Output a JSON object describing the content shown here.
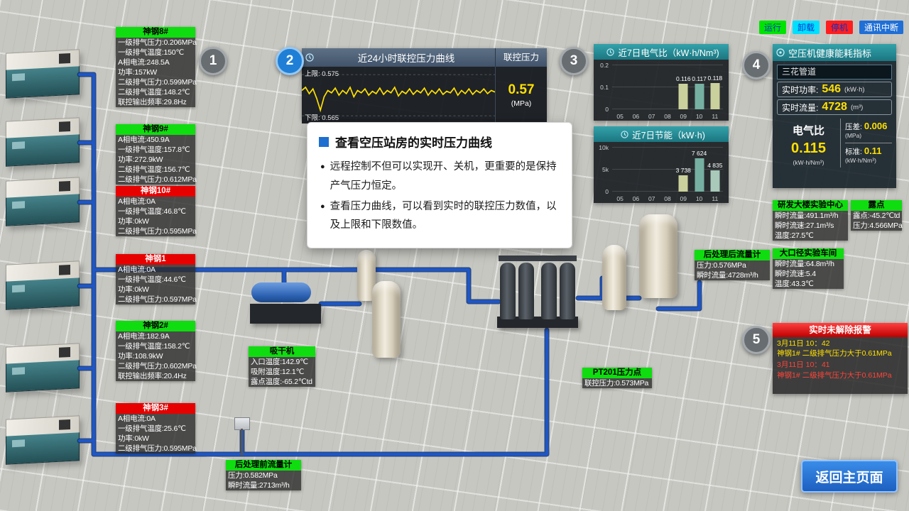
{
  "colors": {
    "run_green": "#0fdd0f",
    "stop_red": "#e60000",
    "value_yellow": "#ffe000",
    "pipe_blue": "#1e56c8",
    "accent_blue": "#1f7fd6"
  },
  "status_legend": [
    {
      "label": "运行",
      "bg": "#00e400",
      "fg": "#0033cc"
    },
    {
      "label": "卸载",
      "bg": "#00e0ff",
      "fg": "#0033cc"
    },
    {
      "label": "停机",
      "bg": "#ff1e1e",
      "fg": "#0033cc"
    },
    {
      "label": "通讯中断",
      "bg": "#1f6fd6",
      "fg": "#ffffff"
    }
  ],
  "badges": [
    "1",
    "2",
    "3",
    "4",
    "5"
  ],
  "machines": [
    {
      "name": "神钢8#",
      "status": "run",
      "rows": [
        "一级排气压力:0.206MPa",
        "一级排气温度:150℃",
        "A相电流:248.5A",
        "功率:157kW",
        "二级排气压力:0.599MPa",
        "二级排气温度:148.2℃",
        "联控输出频率:29.8Hz"
      ]
    },
    {
      "name": "神钢9#",
      "status": "run",
      "rows": [
        "A相电流:450.9A",
        "一级排气温度:157.8℃",
        "功率:272.9kW",
        "二级排气温度:156.7℃",
        "二级排气压力:0.612MPa"
      ]
    },
    {
      "name": "神钢10#",
      "status": "stop",
      "rows": [
        "A相电流:0A",
        "一级排气温度:46.8℃",
        "功率:0kW",
        "二级排气压力:0.595MPa"
      ]
    },
    {
      "name": "神钢1",
      "status": "stop",
      "rows": [
        "A相电流:0A",
        "一级排气温度:44.6℃",
        "功率:0kW",
        "二级排气压力:0.597MPa"
      ]
    },
    {
      "name": "神钢2#",
      "status": "run",
      "rows": [
        "A相电流:182.9A",
        "一级排气温度:158.2℃",
        "功率:108.9kW",
        "二级排气压力:0.602MPa",
        "联控输出频率:20.4Hz"
      ]
    },
    {
      "name": "神钢3#",
      "status": "stop",
      "rows": [
        "A相电流:0A",
        "一级排气温度:25.6℃",
        "功率:0kW",
        "二级排气压力:0.595MPa"
      ]
    }
  ],
  "pressure_panel": {
    "title": "近24小时联控压力曲线",
    "right_header": "联控压力",
    "upper_label": "上限:",
    "upper_value": "0.575",
    "lower_label": "下限:",
    "lower_value": "0.565",
    "current_value": "0.57",
    "current_unit": "(MPa)"
  },
  "callout": {
    "title": "查看空压站房的实时压力曲线",
    "bullets": [
      "远程控制不但可以实现开、关机，更重要的是保持产气压力恒定。",
      "查看压力曲线，可以看到实时的联控压力数值，以及上限和下限数值。"
    ]
  },
  "kpi_panel": {
    "title": "空压机健康能耗指标",
    "pipe_selector": "三花管道",
    "rows": [
      {
        "label": "实时功率:",
        "value": "546",
        "unit": "(kW·h)"
      },
      {
        "label": "实时流量:",
        "value": "4728",
        "unit": "(m³)"
      }
    ],
    "ratio_label": "电气比",
    "ratio_value": "0.115",
    "ratio_unit": "(kW·h/Nm³)",
    "diff_label": "压差:",
    "diff_value": "0.006",
    "diff_unit": "(MPa)",
    "std_label": "标准:",
    "std_value": "0.11",
    "std_unit": "(kW·h/Nm³)"
  },
  "field_panels": {
    "rd_center": {
      "title": "研发大楼实验中心",
      "rows": [
        "瞬时流量:491.1m³/h",
        "瞬时流速:27.1m³/s",
        "温度:27.5℃"
      ]
    },
    "dew_point": {
      "title": "露点",
      "rows": [
        "露点:-45.2℃td",
        "压力:4.566MPa"
      ]
    },
    "large_bore": {
      "title": "大口径实验车间",
      "rows": [
        "瞬时流量:64.8m³/h",
        "瞬时流速:5.4",
        "温度:43.3℃"
      ]
    },
    "post_flowmeter": {
      "title": "后处理后流量计",
      "rows": [
        "压力:0.576MPa",
        "瞬时流量:4728m³/h"
      ]
    },
    "dryer": {
      "title": "吸干机",
      "rows": [
        "入口温度:142.9℃",
        "吸附温度:12.1℃",
        "露点温度:-65.2℃td"
      ]
    },
    "pt201": {
      "title": "PT201压力点",
      "rows": [
        "联控压力:0.573MPa"
      ]
    },
    "pre_flowmeter": {
      "title": "后处理前流量计",
      "rows": [
        "压力:0.582MPa",
        "瞬时流量:2713m³/h"
      ]
    }
  },
  "alarm_panel": {
    "title": "实时未解除报警",
    "entries": [
      {
        "time": "3月11日 10：42",
        "text": "神钢1# 二级排气压力大于0.61MPa",
        "severity": "yellow"
      },
      {
        "time": "3月11日 10：41",
        "text": "神钢1# 二级排气压力大于0.61MPa",
        "severity": "red"
      }
    ]
  },
  "return_button": "返回主页面",
  "chart_data": [
    {
      "id": "pressure_curve",
      "type": "line",
      "title": "近24小时联控压力曲线",
      "ylabel": "联控压力 (MPa)",
      "upper_limit": 0.575,
      "lower_limit": 0.565,
      "current_value": 0.57,
      "legend_position": "none"
    },
    {
      "id": "electric_ratio",
      "type": "bar",
      "title": "近7日电气比（kW·h/Nm³)",
      "categories": [
        "05",
        "06",
        "07",
        "08",
        "09",
        "10",
        "11"
      ],
      "values": [
        0,
        0,
        0,
        0,
        0.116,
        0.117,
        0.118
      ],
      "labels": [
        "",
        "",
        "",
        "",
        "0.116",
        "0.117",
        "0.118"
      ],
      "ylim": [
        0,
        0.2
      ],
      "yticks": [
        "0.2",
        "0.1",
        "0"
      ],
      "colors": [
        "",
        "",
        "",
        "",
        "#cbd19c",
        "#76b0a2",
        "#cbd19c"
      ]
    },
    {
      "id": "energy_saving",
      "type": "bar",
      "title": "近7日节能（kW·h)",
      "categories": [
        "05",
        "06",
        "07",
        "08",
        "09",
        "10",
        "11"
      ],
      "values": [
        0,
        0,
        0,
        0,
        3738,
        7624,
        4835
      ],
      "labels": [
        "",
        "",
        "",
        "",
        "3 738",
        "7 624",
        "4 835"
      ],
      "ylim": [
        0,
        10000
      ],
      "yticks": [
        "10k",
        "5k",
        "0"
      ],
      "colors": [
        "",
        "",
        "",
        "",
        "#cbd19c",
        "#76b0a2",
        "#a9c9ba"
      ]
    }
  ]
}
